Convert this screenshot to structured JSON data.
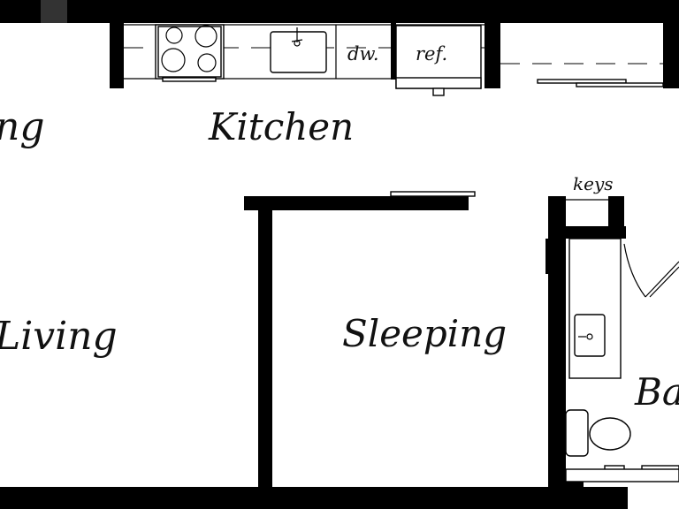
{
  "rooms": {
    "dining_partial": "ng",
    "kitchen": "Kitchen",
    "living": "Living",
    "sleeping": "Sleeping",
    "bath_partial": "Ba"
  },
  "fixtures": {
    "dishwasher": "dw.",
    "refrigerator": "ref.",
    "keys": "keys"
  },
  "colors": {
    "wall": "#000000",
    "background": "#ffffff"
  }
}
